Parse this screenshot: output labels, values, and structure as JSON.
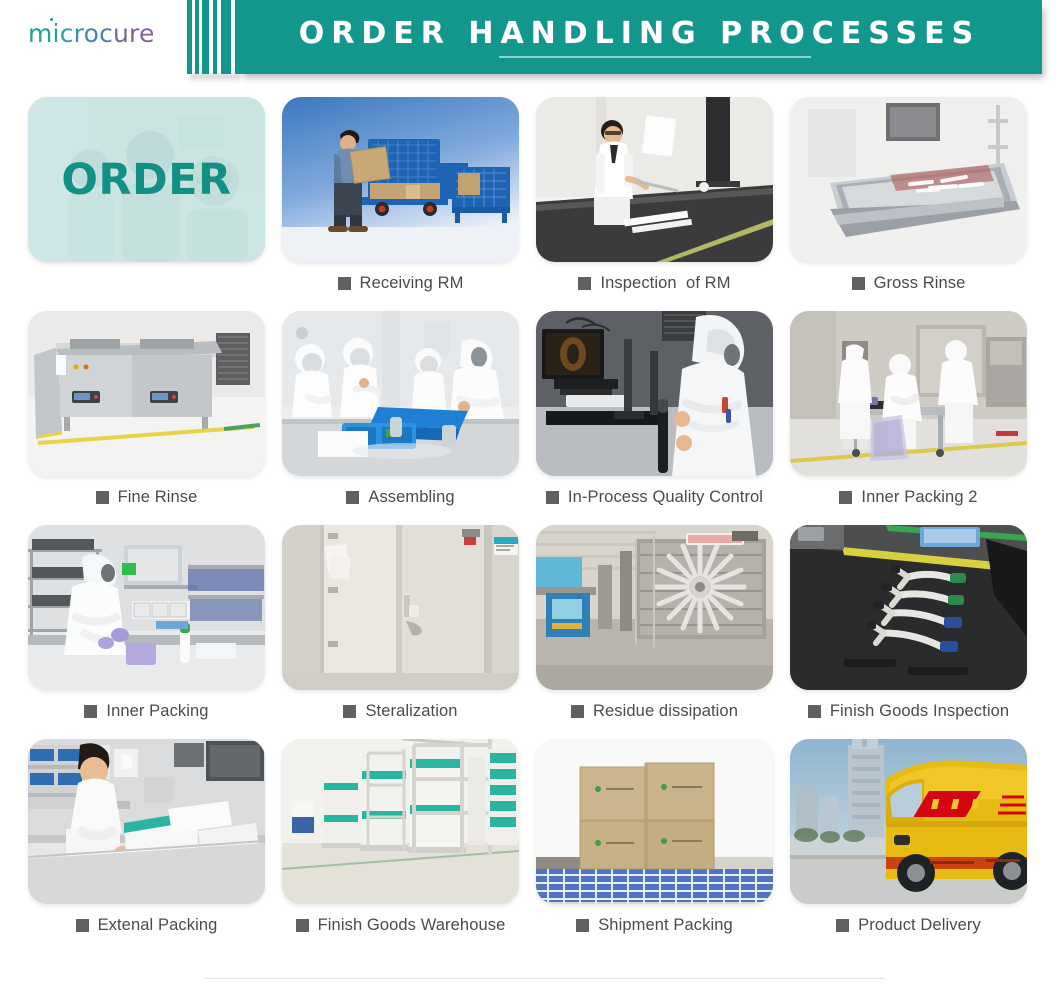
{
  "header": {
    "logo_text": "microcure",
    "logo_colors": {
      "start": "#1a9e92",
      "end": "#8e5fa0"
    },
    "banner_title": "ORDER HANDLING PROCESSES",
    "banner_color": "#12978d",
    "title_color": "#ffffff"
  },
  "theme": {
    "teal": "#12978d",
    "bullet_gray": "#616161",
    "caption_gray": "#4b4b4b",
    "page_background": "#ffffff"
  },
  "order_badge": {
    "text": "ORDER",
    "text_color": "#119083",
    "overlay_color": "rgba(196,228,226,0.72)"
  },
  "processes": [
    {
      "label": "",
      "scene": "order-people",
      "has_caption": false
    },
    {
      "label": "Receiving RM",
      "scene": "receiving-rm",
      "has_caption": true
    },
    {
      "label": "Inspection  of RM",
      "scene": "inspection-rm",
      "has_caption": true
    },
    {
      "label": "Gross Rinse",
      "scene": "gross-rinse",
      "has_caption": true
    },
    {
      "label": "Fine Rinse",
      "scene": "fine-rinse",
      "has_caption": true
    },
    {
      "label": "Assembling",
      "scene": "assembling",
      "has_caption": true
    },
    {
      "label": "In-Process Quality Control",
      "scene": "ipqc",
      "has_caption": true
    },
    {
      "label": "Inner Packing 2",
      "scene": "inner-packing-2",
      "has_caption": true
    },
    {
      "label": "Inner Packing",
      "scene": "inner-packing",
      "has_caption": true
    },
    {
      "label": "Steralization",
      "scene": "sterilization",
      "has_caption": true
    },
    {
      "label": "Residue dissipation",
      "scene": "residue-dissipation",
      "has_caption": true
    },
    {
      "label": "Finish Goods Inspection",
      "scene": "finish-goods-inspection",
      "has_caption": true
    },
    {
      "label": "Extenal Packing",
      "scene": "external-packing",
      "has_caption": true
    },
    {
      "label": "Finish Goods Warehouse",
      "scene": "finish-goods-warehouse",
      "has_caption": true
    },
    {
      "label": "Shipment Packing",
      "scene": "shipment-packing",
      "has_caption": true
    },
    {
      "label": "Product Delivery",
      "scene": "product-delivery",
      "has_caption": true
    }
  ]
}
